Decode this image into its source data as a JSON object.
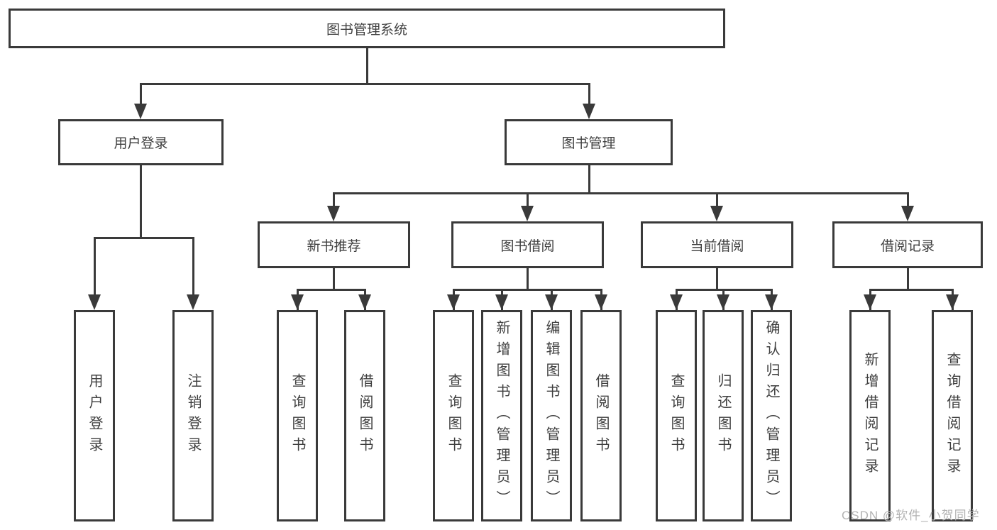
{
  "tree": {
    "root": {
      "label": "图书管理系统"
    },
    "branches": [
      {
        "label": "用户登录",
        "children": [
          {
            "label": "用户登录"
          },
          {
            "label": "注销登录"
          }
        ]
      },
      {
        "label": "图书管理",
        "sections": [
          {
            "label": "新书推荐",
            "children": [
              {
                "label": "查询图书"
              },
              {
                "label": "借阅图书"
              }
            ]
          },
          {
            "label": "图书借阅",
            "children": [
              {
                "label": "查询图书"
              },
              {
                "label": "新增图书（管理员）"
              },
              {
                "label": "编辑图书（管理员）"
              },
              {
                "label": "借阅图书"
              }
            ]
          },
          {
            "label": "当前借阅",
            "children": [
              {
                "label": "查询图书"
              },
              {
                "label": "归还图书"
              },
              {
                "label": "确认归还（管理员）"
              }
            ]
          },
          {
            "label": "借阅记录",
            "children": [
              {
                "label": "新增借阅记录"
              },
              {
                "label": "查询借阅记录"
              }
            ]
          }
        ]
      }
    ]
  },
  "watermark": {
    "text": "CSDN @软件_小贺同学"
  },
  "colors": {
    "line": "#3a3a3a",
    "text": "#3f3f3f",
    "watermark": "#b3b3b3",
    "bg": "#ffffff"
  }
}
